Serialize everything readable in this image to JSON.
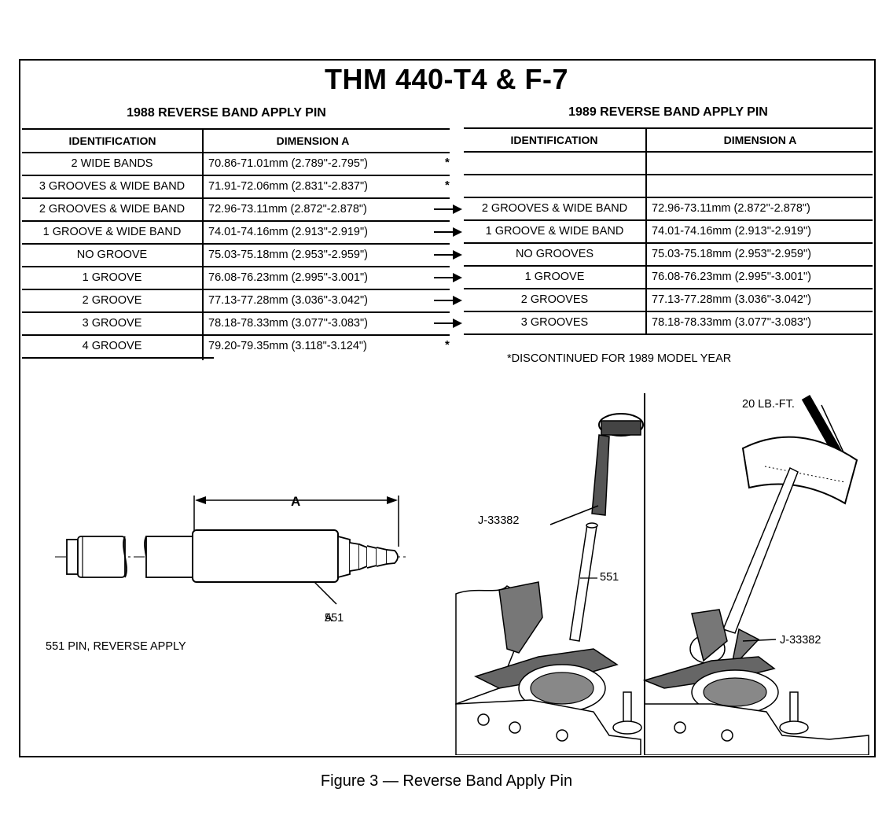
{
  "title": "THM 440-T4 & F-7",
  "left_table": {
    "heading": "1988 REVERSE BAND APPLY PIN",
    "col_identification": "IDENTIFICATION",
    "col_dimension": "DIMENSION A",
    "rows": [
      {
        "id": "2 WIDE BANDS",
        "dim": "70.86-71.01mm (2.789\"-2.795\")",
        "mark": "*"
      },
      {
        "id": "3 GROOVES & WIDE BAND",
        "dim": "71.91-72.06mm (2.831\"-2.837\")",
        "mark": "*"
      },
      {
        "id": "2 GROOVES & WIDE BAND",
        "dim": "72.96-73.11mm  (2.872\"-2.878\")",
        "mark": ""
      },
      {
        "id": "1 GROOVE & WIDE BAND",
        "dim": "74.01-74.16mm  (2.913\"-2.919\")",
        "mark": ""
      },
      {
        "id": "NO GROOVE",
        "dim": "75.03-75.18mm  (2.953\"-2.959\")",
        "mark": ""
      },
      {
        "id": "1 GROOVE",
        "dim": "76.08-76.23mm  (2.995\"-3.001\")",
        "mark": ""
      },
      {
        "id": "2 GROOVE",
        "dim": "77.13-77.28mm  (3.036\"-3.042\")",
        "mark": ""
      },
      {
        "id": "3 GROOVE",
        "dim": "78.18-78.33mm  (3.077\"-3.083\")",
        "mark": ""
      },
      {
        "id": "4 GROOVE",
        "dim": "79.20-79.35mm  (3.118\"-3.124\")",
        "mark": "*"
      }
    ]
  },
  "right_table": {
    "heading": "1989 REVERSE BAND APPLY PIN",
    "col_identification": "IDENTIFICATION",
    "col_dimension": "DIMENSION A",
    "rows": [
      {
        "id": "",
        "dim": ""
      },
      {
        "id": "",
        "dim": ""
      },
      {
        "id": "2 GROOVES & WIDE BAND",
        "dim": "72.96-73.11mm  (2.872\"-2.878\")"
      },
      {
        "id": "1 GROOVE & WIDE BAND",
        "dim": "74.01-74.16mm  (2.913\"-2.919\")"
      },
      {
        "id": "NO GROOVES",
        "dim": "75.03-75.18mm  (2.953\"-2.959\")"
      },
      {
        "id": "1 GROOVE",
        "dim": "76.08-76.23mm  (2.995\"-3.001\")"
      },
      {
        "id": "2 GROOVES",
        "dim": "77.13-77.28mm  (3.036\"-3.042\")"
      },
      {
        "id": "3 GROOVES",
        "dim": "78.18-78.33mm  (3.077\"-3.083\")"
      }
    ]
  },
  "footnote": "*DISCONTINUED FOR 1989 MODEL YEAR",
  "pin_diagram": {
    "dimension_label": "A",
    "part_number": "551",
    "legend": "551  PIN, REVERSE APPLY"
  },
  "install_diagram": {
    "tool_label": "J-33382",
    "part_label": "551",
    "torque_label": "20 LB.-FT.",
    "tool_label_2": "J-33382"
  },
  "caption": "Figure 3 — Reverse Band Apply Pin"
}
